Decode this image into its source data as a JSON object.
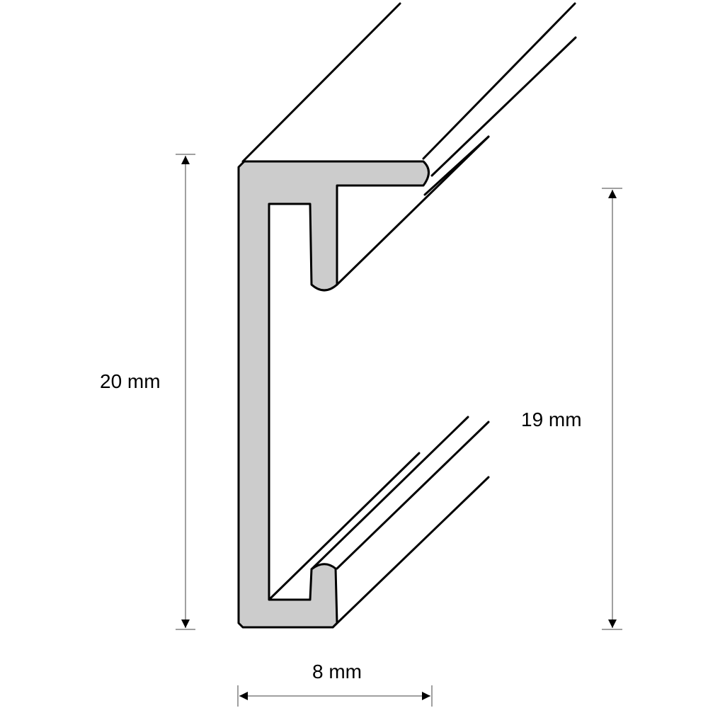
{
  "diagram": {
    "title": "Aluminium frame profile cross-section",
    "colors": {
      "profile_fill": "#cccccc",
      "outline": "#000000",
      "dimension_line": "#808080",
      "background": "#ffffff"
    },
    "dimensions": {
      "outer_height": {
        "value": 20,
        "unit": "mm",
        "label": "20 mm"
      },
      "inner_height": {
        "value": 19,
        "unit": "mm",
        "label": "19 mm"
      },
      "width": {
        "value": 8,
        "unit": "mm",
        "label": "8 mm"
      }
    }
  }
}
